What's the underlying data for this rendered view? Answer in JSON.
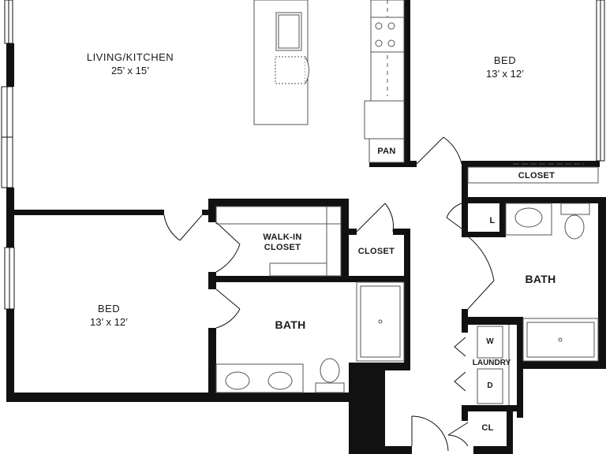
{
  "rooms": {
    "living_kitchen": {
      "name": "LIVING/KITCHEN",
      "dims": "25’ x 15’"
    },
    "bed_right": {
      "name": "BED",
      "dims": "13’ x 12’"
    },
    "bed_left": {
      "name": "BED",
      "dims": "13’ x 12’"
    },
    "pantry": "PAN",
    "closet_bed_right": "CLOSET",
    "walk_in_closet": "WALK-IN\nCLOSET",
    "closet_hall": "CLOSET",
    "linen": "L",
    "bath_right": "BATH",
    "bath_center": "BATH",
    "laundry": "LAUNDRY",
    "washer": "W",
    "dryer": "D",
    "closet_entry": "CL"
  },
  "colors": {
    "wall": "#111111",
    "fixture": "#555555",
    "background": "#ffffff"
  }
}
